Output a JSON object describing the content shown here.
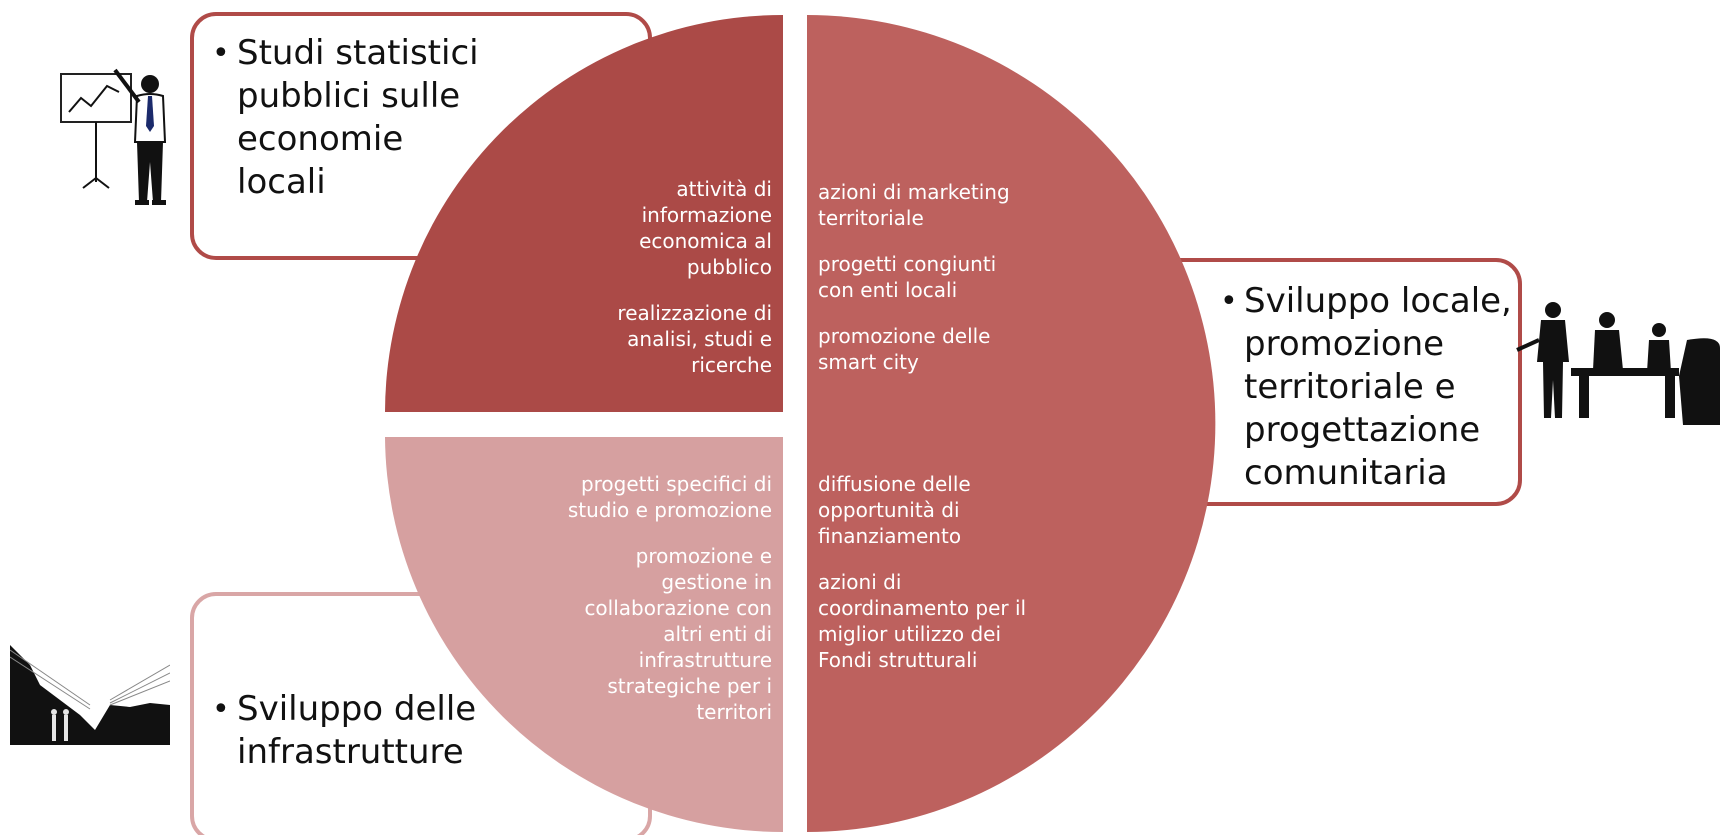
{
  "colors": {
    "quadrant_top_left": "#ab4a47",
    "quadrant_right": "#bd615e",
    "quadrant_bottom_left": "#d6a0a0",
    "callout_border_dark": "#b04b48",
    "callout_border_light": "#d9a6a6",
    "text_dark": "#111111",
    "text_light": "#ffffff"
  },
  "callouts": {
    "top_left": {
      "label": "Studi statistici\npubblici sulle\neconomie\nlocali"
    },
    "right": {
      "label": "Sviluppo locale,\npromozione\nterritoriale e\nprogettazione\ncomunitaria"
    },
    "bottom_left": {
      "label": "Sviluppo delle\ninfrastrutture"
    }
  },
  "bullet_glyph": "•",
  "quadrants": {
    "top_left": {
      "items": [
        "attività di\ninformazione\neconomica al\npubblico",
        "realizzazione di\nanalisi, studi e\nricerche"
      ]
    },
    "top_right": {
      "items": [
        "azioni di marketing\nterritoriale",
        "progetti congiunti\ncon enti locali",
        "promozione delle\nsmart city"
      ]
    },
    "bottom_left": {
      "items": [
        "progetti specifici di\nstudio e promozione",
        "promozione e\ngestione in\ncollaborazione con\naltri enti di\ninfrastrutture\nstrategiche per i\nterritori"
      ]
    },
    "bottom_right": {
      "items": [
        "diffusione delle\nopportunità di\nfinanziamento",
        "azioni di\ncoordinamento per il\nmiglior utilizzo dei\nFondi strutturali"
      ]
    }
  },
  "icons": {
    "top_left": "presenter-chart-icon",
    "right": "business-meeting-icon",
    "bottom_left": "skyline-people-icon"
  }
}
